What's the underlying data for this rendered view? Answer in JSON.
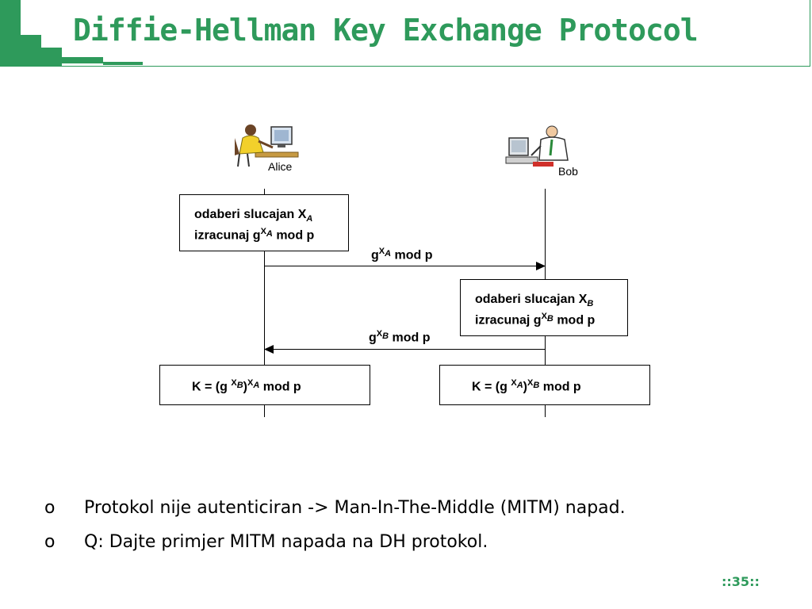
{
  "title": "Diffie-Hellman Key Exchange Protocol",
  "theme_color": "#2e9a5b",
  "actors": {
    "alice": {
      "label": "Alice",
      "icon": "woman-at-computer-icon"
    },
    "bob": {
      "label": "Bob",
      "icon": "man-at-computer-icon"
    }
  },
  "alice_box": {
    "line1_text": "odaberi slucajan X",
    "line1_sub": "A",
    "line2_text": "izracunaj g",
    "line2_sup_x": "X",
    "line2_sup_sub": "A",
    "line2_tail": " mod p"
  },
  "msg1": {
    "base": "g",
    "sup": "X",
    "sub": "A",
    "tail": " mod p"
  },
  "bob_box": {
    "line1_text": "odaberi slucajan X",
    "line1_sub": "B",
    "line2_text": "izracunaj g",
    "line2_sup_x": "X",
    "line2_sup_sub": "B",
    "line2_tail": " mod p"
  },
  "msg2": {
    "base": "g",
    "sup": "X",
    "sub": "B",
    "tail": " mod p"
  },
  "key_alice": {
    "pre": "K = (g ",
    "x1": "X",
    "s1": "B",
    "mid": ")",
    "x2": "X",
    "s2": "A",
    "tail": " mod p"
  },
  "key_bob": {
    "pre": "K = (g ",
    "x1": "X",
    "s1": "A",
    "mid": ")",
    "x2": "X",
    "s2": "B",
    "tail": " mod p"
  },
  "bullets": [
    {
      "mark": "o",
      "text": "Protokol nije autenticiran -> Man-In-The-Middle (MITM) napad."
    },
    {
      "mark": "o",
      "text": "Q: Dajte primjer MITM napada na DH protokol."
    }
  ],
  "page_number": "::35::"
}
